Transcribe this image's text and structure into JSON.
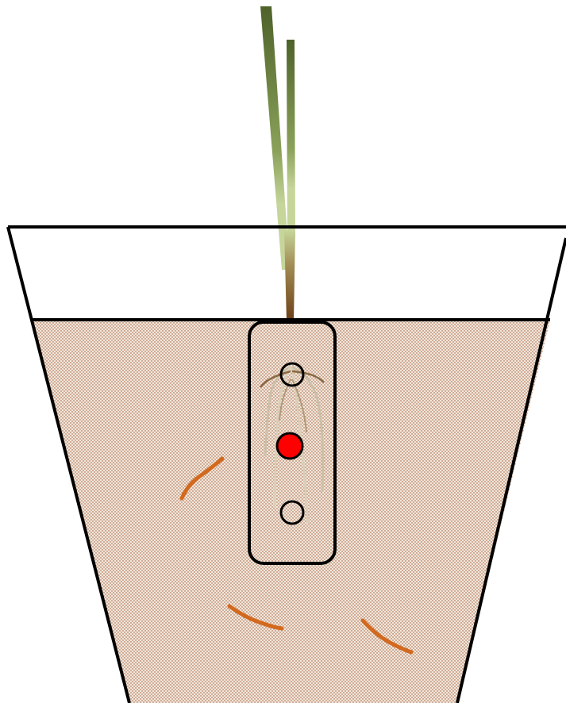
{
  "diagram": {
    "subject": "plant-in-pot-with-root-chamber",
    "colors": {
      "background": "#ffffff",
      "outline": "#000000",
      "soil_fill": "#f1e7dc",
      "soil_dot": "#a0522d",
      "leaf_dark": "#5a6e33",
      "leaf_light": "#b8c98a",
      "stem_brown": "#7a4a1e",
      "root_light": "#e8e2cf",
      "worm": "#d2691e",
      "marker_active": "#ff0000",
      "marker_inactive": "#ffffff"
    },
    "markers": [
      {
        "name": "upper-marker",
        "state": "inactive"
      },
      {
        "name": "middle-marker",
        "state": "active"
      },
      {
        "name": "lower-marker",
        "state": "inactive"
      }
    ],
    "worms": [
      {
        "name": "worm-left"
      },
      {
        "name": "worm-bottom-middle"
      },
      {
        "name": "worm-bottom-right"
      }
    ]
  }
}
